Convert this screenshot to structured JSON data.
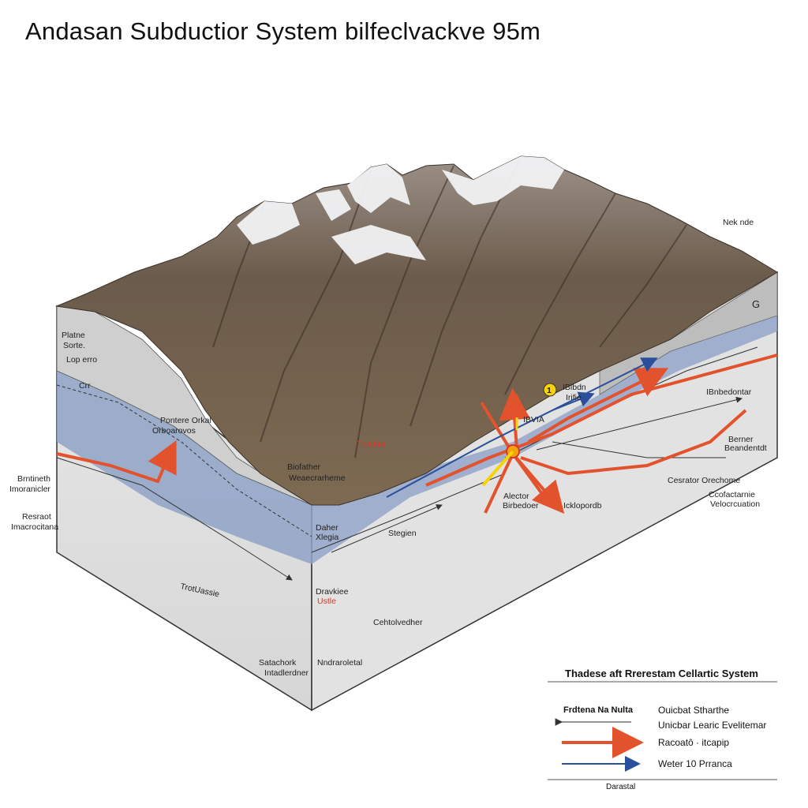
{
  "title": "Andasan Subductior System   bilfeclvackve  95m",
  "labels": {
    "nek_nde": "Nek nde",
    "plane_sorte_1": "Platne",
    "plane_sorte_2": "Sorte.",
    "lop_erro": "Lop erro",
    "pontere_1": "Pontere Orkal",
    "pontere_2": "Orboarovos",
    "britheth_1": "Brntineth",
    "britheth_2": "Imoranicler",
    "resrest_1": "Resraot",
    "resrest_2": "Imacrocitana",
    "biofather_1": "Biofather",
    "biofather_2": "Weaecrarheme",
    "thaduo": "Thaduo",
    "dher_1": "Daher",
    "dher_2": "Xlegia",
    "stegien": "Stegien",
    "troussie": "TrotUassie",
    "dravkiee_1": "Dravkiee",
    "dravkiee_2": "Ustle",
    "cehtolvedher": "Cehtolvedher",
    "satchork_1": "Satachork",
    "satchork_2": "Intadlerdner",
    "nnodraroletal": "Nndraroletal",
    "alector_1": "Alector",
    "alector_2": "Birbedoer",
    "ickpo": "Icklopordb",
    "ibbedontar": "IBnbedontar",
    "berner_1": "Berner",
    "berner_2": "Beandentdt",
    "cesrator": "Cesrator Orechome",
    "ccofacne_1": "Ccofactarnie",
    "ccofacne_2": "Velocrcuation",
    "ibrib_1": "IBibdn",
    "ibrib_2": "Irifie",
    "bvaa": "IBVIA",
    "orr": "Crr",
    "g_mark": "G",
    "marker_one": "1"
  },
  "legend": {
    "title": "Thadese aft Rrerestam Cellartic System",
    "rows": [
      {
        "left": "Frdtena Na Nulta",
        "right": "Ouicbat Stharthe"
      },
      {
        "left": "",
        "right": "Unicbar Learic Evelitemar"
      },
      {
        "left": "",
        "right": "Racoatô · itcapip"
      },
      {
        "left": "",
        "right": "Weter 10 Prranca"
      }
    ],
    "footer": "Darastal"
  },
  "colors": {
    "mountain_dark": "#4a3e34",
    "mountain_mid": "#7a6a58",
    "snow": "#f2f2f4",
    "ocean_plate": "#8fa3c8",
    "crust": "#dcdcdc",
    "mantle": "#e4e4e4",
    "red_arrow": "#e2532d",
    "blue_arrow": "#2b4f9a",
    "yellow": "#f5d20a"
  }
}
